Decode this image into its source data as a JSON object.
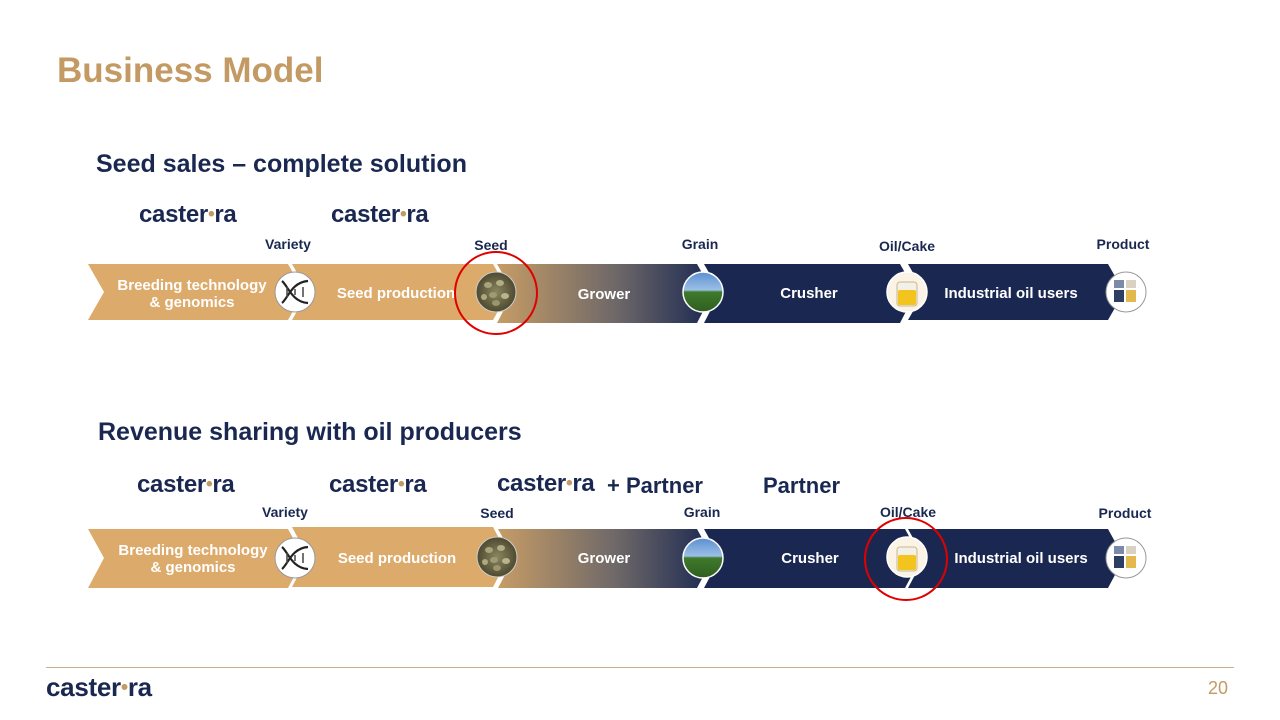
{
  "slide": {
    "title": "Business Model",
    "page_number": "20"
  },
  "brand": {
    "logo_text_a": "caster",
    "logo_text_b": "ra",
    "colors": {
      "navy": "#1a2851",
      "gold": "#c39a63",
      "tan": "#dcaa6b",
      "highlight": "#e00000"
    }
  },
  "section1": {
    "heading": "Seed sales – complete solution",
    "labels": {
      "variety": "Variety",
      "seed": "Seed",
      "grain": "Grain",
      "oil": "Oil/Cake",
      "product": "Product"
    },
    "segments": {
      "breeding_line1": "Breeding technology",
      "breeding_line2": "& genomics",
      "seed_production": "Seed production",
      "grower": "Grower",
      "crusher": "Crusher",
      "industrial": "Industrial oil users"
    },
    "highlighted_stage": "Seed"
  },
  "section2": {
    "heading": "Revenue sharing with oil producers",
    "partner_plus": "+ Partner",
    "partner": "Partner",
    "labels": {
      "variety": "Variety",
      "seed": "Seed",
      "grain": "Grain",
      "oil": "Oil/Cake",
      "product": "Product"
    },
    "segments": {
      "breeding_line1": "Breeding technology",
      "breeding_line2": "& genomics",
      "seed_production": "Seed production",
      "grower": "Grower",
      "crusher": "Crusher",
      "industrial": "Industrial oil users"
    },
    "highlighted_stage": "Oil/Cake"
  },
  "icons": {
    "variety": "dna-icon",
    "seed": "seeds-icon",
    "grain": "field-icon",
    "oil": "oil-jar-icon",
    "product": "products-icon"
  }
}
